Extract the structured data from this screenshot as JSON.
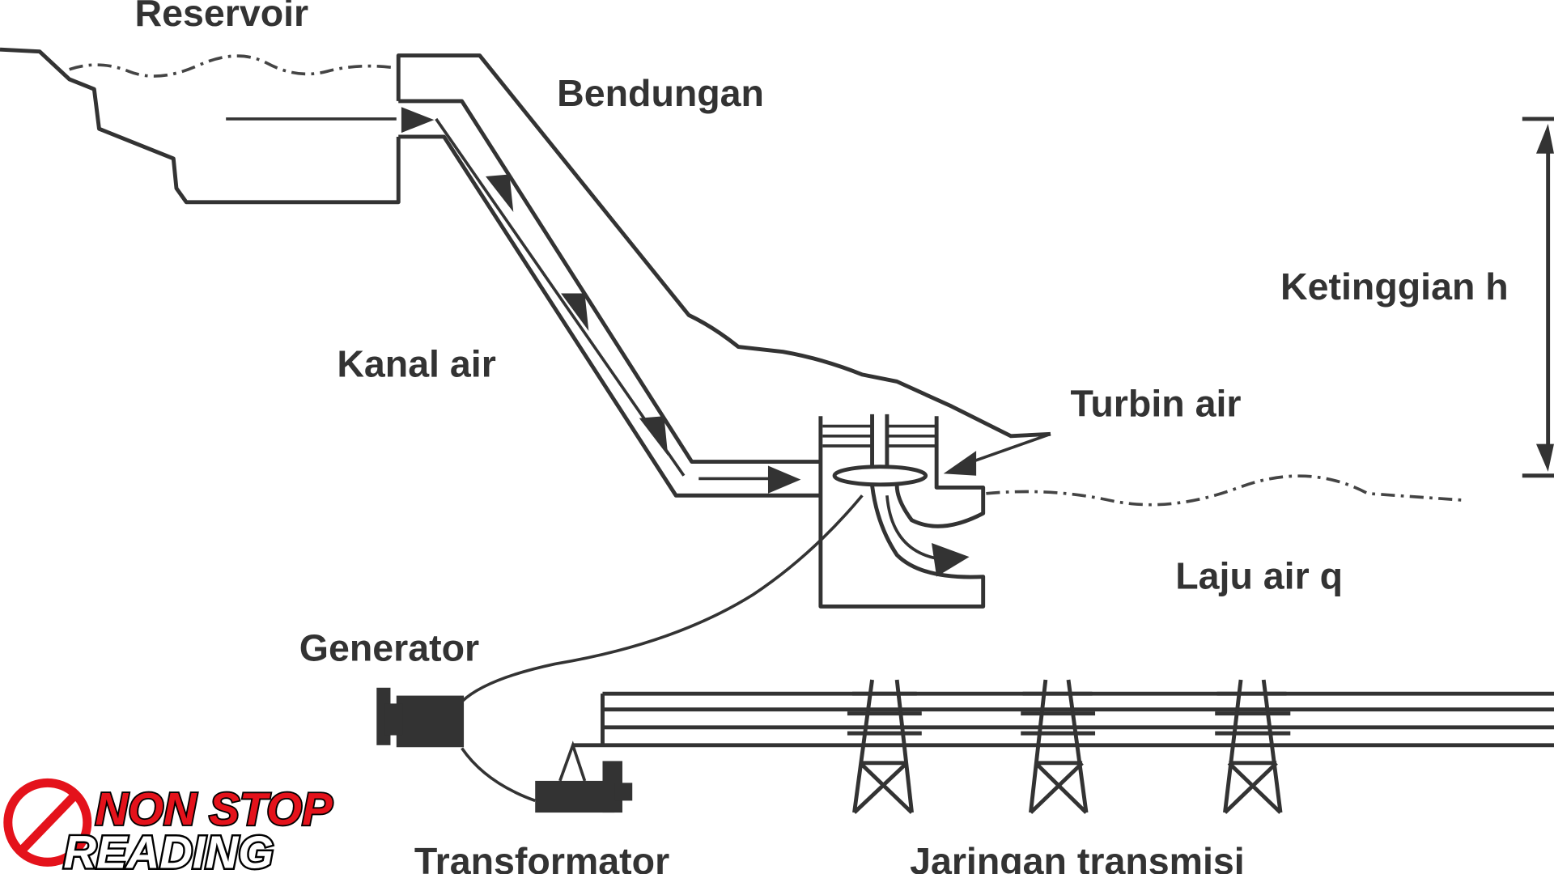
{
  "diagram": {
    "labels": {
      "reservoir": "Reservoir",
      "dam": "Bendungan",
      "height": "Ketinggian h",
      "canal": "Kanal air",
      "turbine": "Turbin air",
      "flow_rate": "Laju air q",
      "generator": "Generator",
      "transformer": "Transformator",
      "transmission": "Jaringan transmisi"
    }
  },
  "logo": {
    "line1": "NON STOP",
    "line2": "READING",
    "colors": {
      "red": "#e4121b",
      "white": "#ffffff"
    }
  }
}
